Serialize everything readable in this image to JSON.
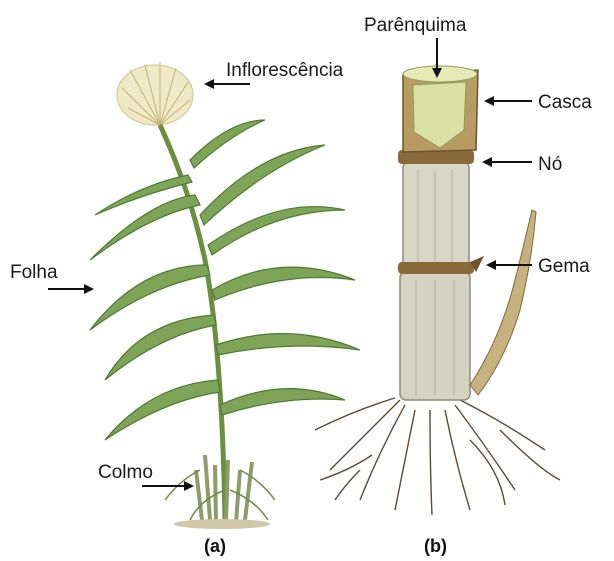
{
  "panels": [
    {
      "caption": "(a)"
    },
    {
      "caption": "(b)"
    }
  ],
  "labels": {
    "inflorescencia": "Inflorescência",
    "folha": "Folha",
    "colmo": "Colmo",
    "parenquima": "Parênquima",
    "casca": "Casca",
    "no": "Nó",
    "gema": "Gema"
  },
  "colors": {
    "leaf": "#6f9a4a",
    "leaf_dark": "#4f7a33",
    "stalk": "#c9c7b4",
    "node": "#8a6a3a",
    "root": "#5a4a3a",
    "plume": "#e9e2b8"
  }
}
